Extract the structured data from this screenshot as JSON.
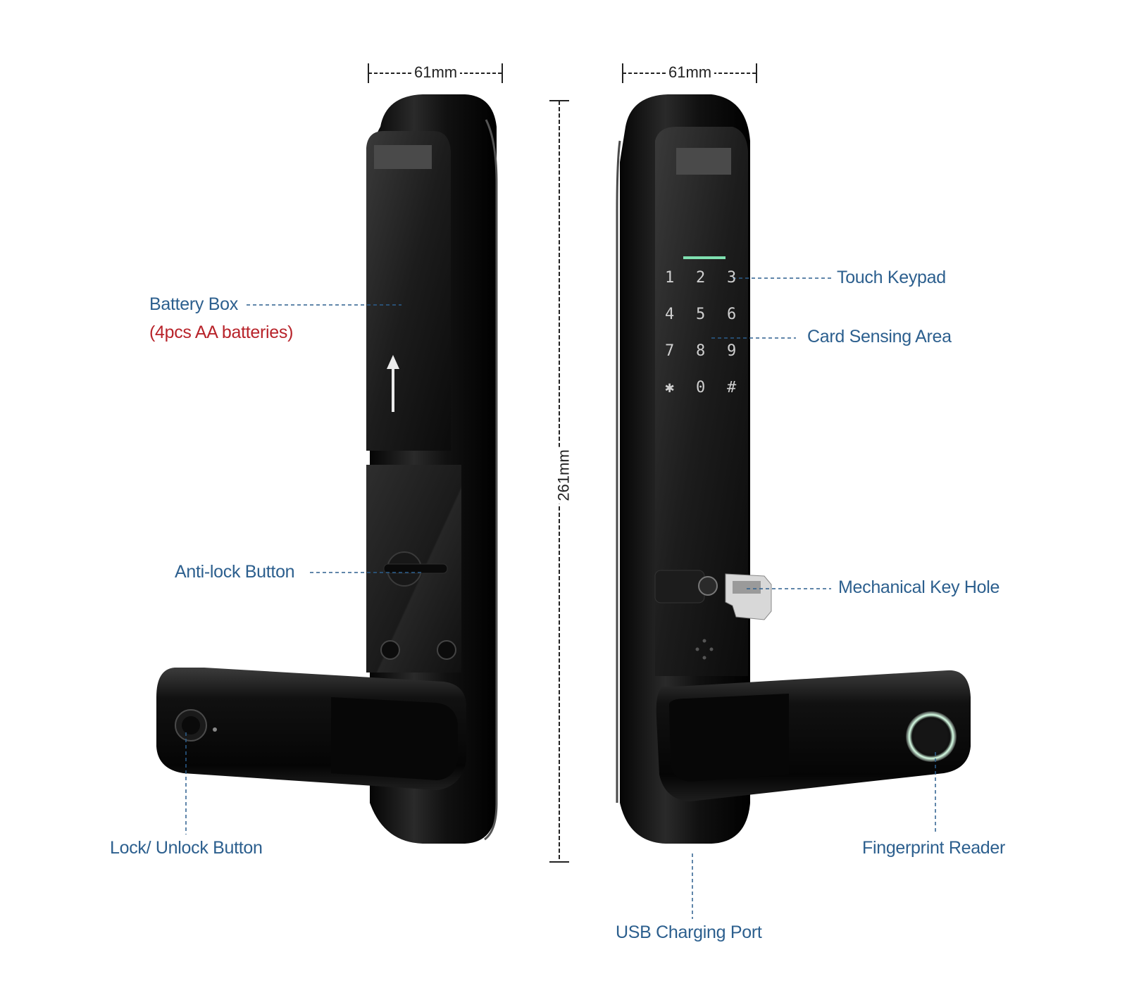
{
  "dimensions": {
    "width_left": "61mm",
    "width_right": "61mm",
    "height": "261mm"
  },
  "labels": {
    "battery_box": "Battery Box",
    "battery_note": "(4pcs AA batteries)",
    "anti_lock_button": "Anti-lock Button",
    "lock_unlock_button": "Lock/ Unlock Button",
    "touch_keypad": "Touch Keypad",
    "card_sensing_area": "Card Sensing Area",
    "mechanical_key_hole": "Mechanical Key Hole",
    "fingerprint_reader": "Fingerprint Reader",
    "usb_charging_port": "USB  Charging Port"
  },
  "keypad": [
    "1",
    "2",
    "3",
    "4",
    "5",
    "6",
    "7",
    "8",
    "9",
    "✱",
    "0",
    "#"
  ],
  "colors": {
    "label_blue": "#2c5f8e",
    "label_red": "#b8232a",
    "lock_body": "#111111",
    "keypad_led": "#7fe0b0"
  }
}
